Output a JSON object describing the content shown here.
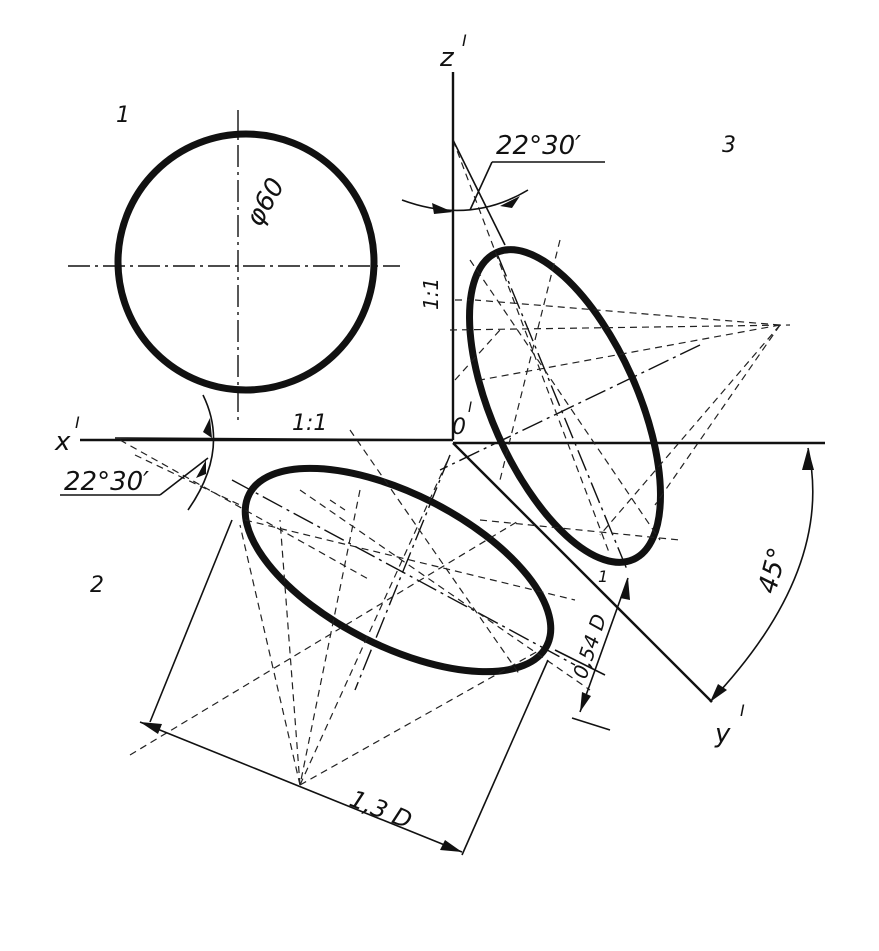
{
  "labels": {
    "view_front": "1",
    "view_left": "2",
    "view_right": "3",
    "axis_z": "z",
    "axis_x": "x",
    "axis_y": "y",
    "axis_origin": "0",
    "prime": "I",
    "diameter": "φ60",
    "scale_vertical": "1:1",
    "scale_horizontal": "1:1",
    "angle_top": "22°30′",
    "angle_left": "22°30′",
    "angle_right": "45°",
    "minor_axis": "0,54 D",
    "major_axis": "1,3 D",
    "small_mark": "1"
  }
}
